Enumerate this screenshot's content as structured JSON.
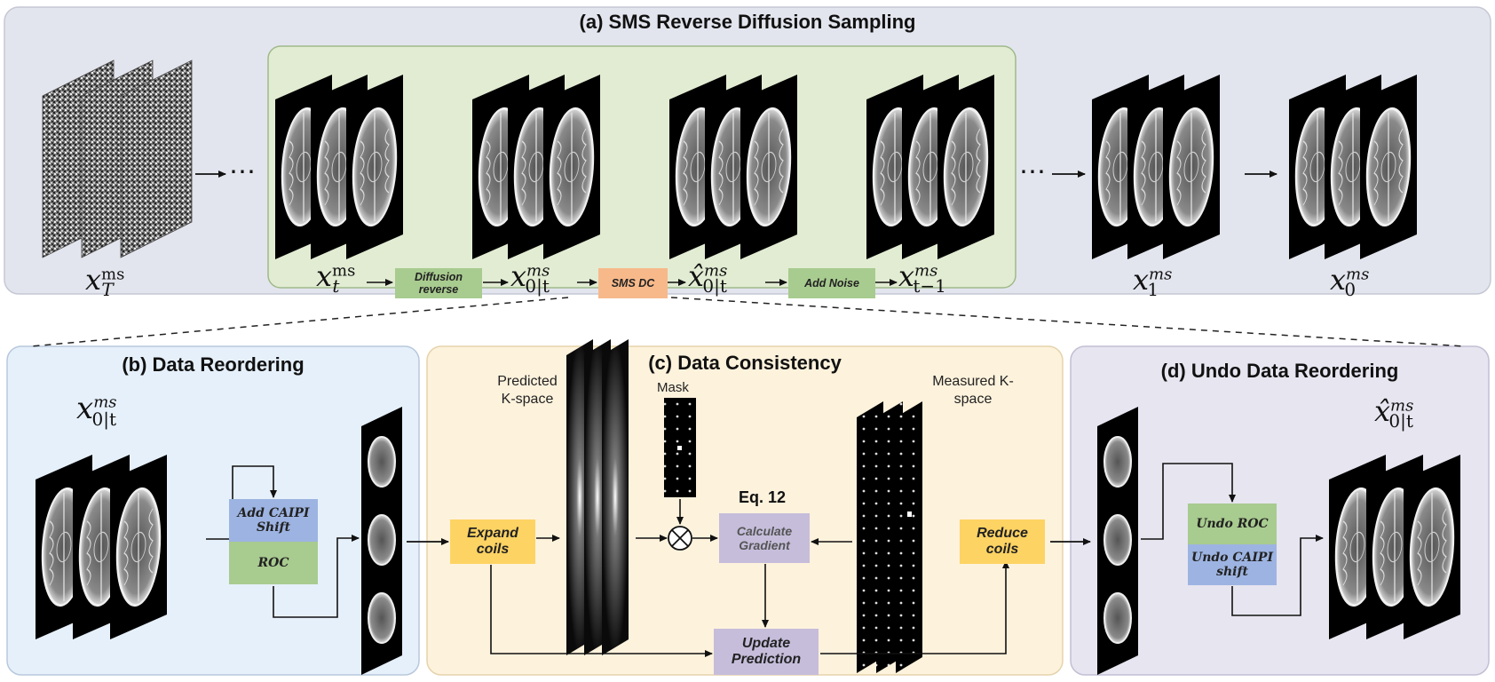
{
  "panel_a": {
    "title": "(a) SMS Reverse Diffusion Sampling",
    "labels": {
      "xT": {
        "base": "x",
        "sup": "ms",
        "sub": "T"
      },
      "xt": {
        "base": "x",
        "sup": "ms",
        "sub": "t"
      },
      "x0t": {
        "base": "x",
        "sup": "ms",
        "sub": "0|t"
      },
      "x0t_hat": {
        "base": "x̂",
        "sup": "ms",
        "sub": "0|t"
      },
      "xt1": {
        "base": "x",
        "sup": "ms",
        "sub": "t−1"
      },
      "x1": {
        "base": "x",
        "sup": "ms",
        "sub": "1"
      },
      "x0": {
        "base": "x",
        "sup": "ms",
        "sub": "0"
      }
    },
    "ellipsis": "⋯",
    "boxes": {
      "diffusion_reverse": "Diffusion reverse",
      "sms_dc": "SMS DC",
      "add_noise": "Add Noise"
    }
  },
  "panel_b": {
    "title": "(b) Data Reordering",
    "input_label": {
      "base": "x",
      "sup": "ms",
      "sub": "0|t"
    },
    "add_caipi": "Add CAIPI Shift",
    "roc": "ROC"
  },
  "panel_c": {
    "title": "(c) Data Consistency",
    "predicted_kspace": "Predicted K-space",
    "mask": "Mask",
    "measured_kspace": "Measured K-space",
    "eq": "Eq. 12",
    "expand_coils": "Expand coils",
    "calc_gradient": "Calculate Gradient",
    "update_prediction": "Update Prediction",
    "reduce_coils": "Reduce coils"
  },
  "panel_d": {
    "title": "(d) Undo Data Reordering",
    "output_label": {
      "base": "x̂",
      "sup": "ms",
      "sub": "0|t"
    },
    "undo_roc": "Undo ROC",
    "undo_caipi": "Undo CAIPI shift"
  },
  "colors": {
    "panel_a_bg": "#e3e5ee",
    "green_panel": "#e2ecd3",
    "green_box": "#a8cb8f",
    "orange_box": "#f7b98a",
    "panel_b_bg": "#e6f0fa",
    "panel_c_bg": "#fdf2dc",
    "panel_d_bg": "#e7e5f0",
    "yellow_box": "#fdd363",
    "purple_box": "#c6bddb",
    "blue_box": "#9db4e2"
  }
}
